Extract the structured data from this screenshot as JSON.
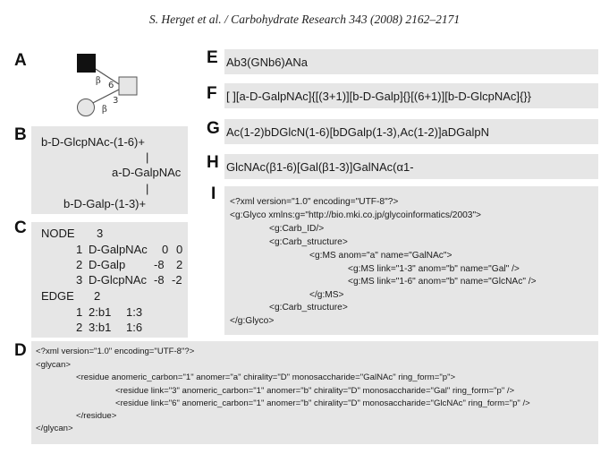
{
  "header": "S. Herget et al. / Carbohydrate Research 343 (2008) 2162–2171",
  "panel_labels": [
    "A",
    "B",
    "C",
    "D",
    "E",
    "F",
    "G",
    "H",
    "I"
  ],
  "panelA": {
    "linkages": {
      "top_anomer": "β",
      "top_position": "6",
      "bottom_anomer": "β",
      "bottom_position": "3"
    }
  },
  "panelB": {
    "line1": "b-D-GlcpNAc-(1-6)+",
    "bar": "|",
    "line2": "a-D-GalpNAc",
    "line3": "b-D-Galp-(1-3)+"
  },
  "panelC": {
    "node_label": "NODE",
    "node_count": "3",
    "nodes": [
      {
        "idx": "1",
        "name": "D-GalpNAc",
        "a": "0",
        "b": "0"
      },
      {
        "idx": "2",
        "name": "D-Galp",
        "a": "-8",
        "b": "2"
      },
      {
        "idx": "3",
        "name": "D-GlcpNAc",
        "a": "-8",
        "b": "-2"
      }
    ],
    "edge_label": "EDGE",
    "edge_count": "2",
    "edges": [
      {
        "idx": "1",
        "from": "2:b1",
        "to": "1:3"
      },
      {
        "idx": "2",
        "from": "3:b1",
        "to": "1:6"
      }
    ]
  },
  "panelD": {
    "lines": [
      "<?xml version=\"1.0\" encoding=\"UTF-8\"?>",
      "<glycan>",
      "<residue anomeric_carbon=\"1\" anomer=\"a\" chirality=\"D\" monosaccharide=\"GalNAc\" ring_form=\"p\">",
      "<residue link=\"3\" anomeric_carbon=\"1\" anomer=\"b\" chirality=\"D\" monosaccharide=\"Gal\" ring_form=\"p\" />",
      "<residue link=\"6\" anomeric_carbon=\"1\" anomer=\"b\" chirality=\"D\" monosaccharide=\"GlcNAc\" ring_form=\"p\" />",
      "</residue>",
      "</glycan>"
    ]
  },
  "panelE": {
    "text": "Ab3(GNb6)ANa"
  },
  "panelF": {
    "text": "[ ][a-D-GalpNAc]{[(3+1)][b-D-Galp]{}[(6+1)][b-D-GlcpNAc]{}}"
  },
  "panelG": {
    "text": "Ac(1-2)bDGlcN(1-6)[bDGalp(1-3),Ac(1-2)]aDGalpN"
  },
  "panelH": {
    "text": "GlcNAc(β1-6)[Gal(β1-3)]GalNAc(α1-"
  },
  "panelI": {
    "lines": [
      "<?xml version=\"1.0\" encoding=\"UTF-8\"?>",
      "<g:Glyco xmlns:g=\"http://bio.mki.co.jp/glycoinformatics/2003\">",
      "<g:Carb_ID/>",
      "<g:Carb_structure>",
      "<g:MS anom=\"a\" name=\"GalNAc\">",
      "<g:MS link=\"1-3\" anom=\"b\" name=\"Gal\" />",
      "<g:MS link=\"1-6\" anom=\"b\" name=\"GlcNAc\" />",
      "</g:MS>",
      "<g:Carb_structure>",
      "</g:Glyco>"
    ]
  },
  "colors": {
    "panel_bg": "#e6e6e6",
    "square_fill": "#111111",
    "shape_stroke": "#555555"
  }
}
